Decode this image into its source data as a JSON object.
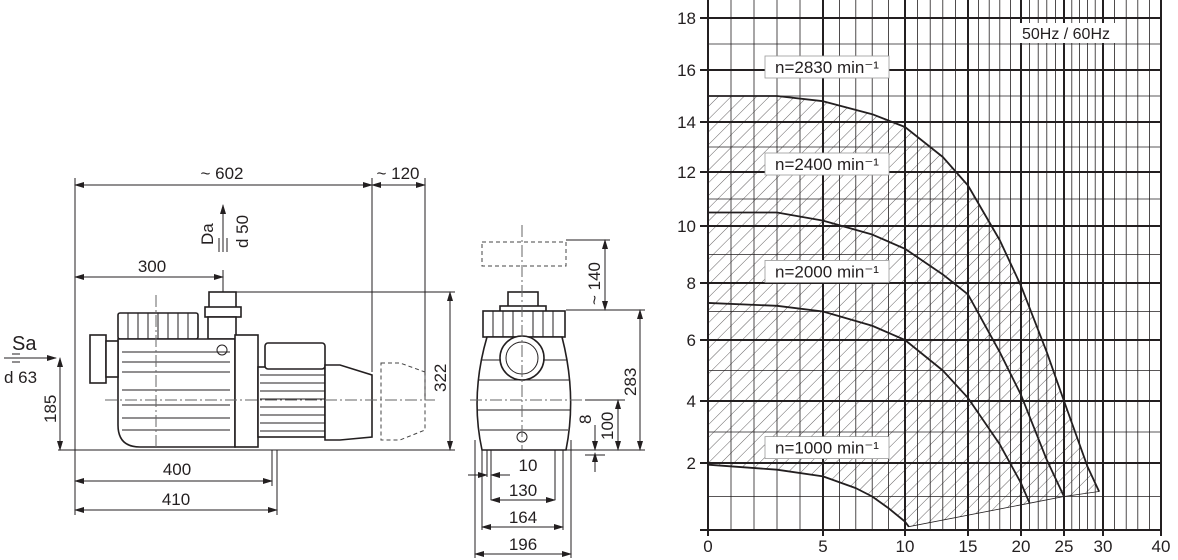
{
  "side_view": {
    "dim_overall": "~ 602",
    "dim_motor_clearance": "~ 120",
    "dim_outlet_pos": "300",
    "outlet_label": "Da",
    "outlet_diameter": "d 50",
    "inlet_label": "Sa",
    "inlet_diameter": "d 63",
    "dim_inlet_height": "185",
    "dim_height": "322",
    "dim_foot_400": "400",
    "dim_foot_410": "410"
  },
  "front_view": {
    "dim_cover_removal": "~ 140",
    "dim_height": "283",
    "dim_8": "8",
    "dim_100": "100",
    "dim_10": "10",
    "dim_130": "130",
    "dim_164": "164",
    "dim_196": "196"
  },
  "chart_data": {
    "type": "line",
    "title": "",
    "annotation": "50Hz / 60Hz",
    "xlabel": "",
    "ylabel": "",
    "xlim": [
      0,
      40
    ],
    "ylim": [
      0,
      18
    ],
    "x_ticks": [
      0,
      5,
      10,
      15,
      20,
      25,
      30,
      40
    ],
    "x_tick_labels": [
      "0",
      "5",
      "10",
      "15",
      "20",
      "25",
      "30",
      "40"
    ],
    "y_ticks": [
      2,
      4,
      6,
      8,
      10,
      12,
      14,
      16,
      18
    ],
    "y_tick_labels": [
      "2",
      "4",
      "6",
      "8",
      "10",
      "12",
      "14",
      "16",
      "18"
    ],
    "grid": true,
    "series": [
      {
        "name": "n=2830 min⁻¹",
        "x": [
          0,
          3,
          5,
          8,
          10,
          13,
          15,
          18,
          20,
          23,
          25,
          28,
          29.5
        ],
        "y": [
          15,
          15,
          14.8,
          14.3,
          13.8,
          12.6,
          11.5,
          9.5,
          7.9,
          5.6,
          4.0,
          1.9,
          1.15
        ]
      },
      {
        "name": "n=2400 min⁻¹",
        "x": [
          0,
          3,
          5,
          8,
          10,
          13,
          15,
          18,
          20,
          23,
          25
        ],
        "y": [
          10.5,
          10.5,
          10.2,
          9.7,
          9.2,
          8.3,
          7.6,
          5.6,
          4.2,
          2.1,
          1.0
        ]
      },
      {
        "name": "n=2000 min⁻¹",
        "x": [
          0,
          3,
          5,
          8,
          10,
          13,
          15,
          18,
          20,
          21
        ],
        "y": [
          7.3,
          7.2,
          7.0,
          6.5,
          6.0,
          5.0,
          4.1,
          2.6,
          1.4,
          0.8
        ]
      },
      {
        "name": "n=1000 min⁻¹",
        "x": [
          0,
          3,
          5,
          7,
          8,
          9,
          10,
          10.3
        ],
        "y": [
          1.95,
          1.8,
          1.6,
          1.25,
          1.0,
          0.65,
          0.25,
          0.1
        ]
      }
    ],
    "operating_range_lower_edge": {
      "x": [
        10.3,
        21,
        25,
        29.5
      ],
      "y": [
        0.1,
        0.8,
        1.0,
        1.15
      ]
    }
  }
}
